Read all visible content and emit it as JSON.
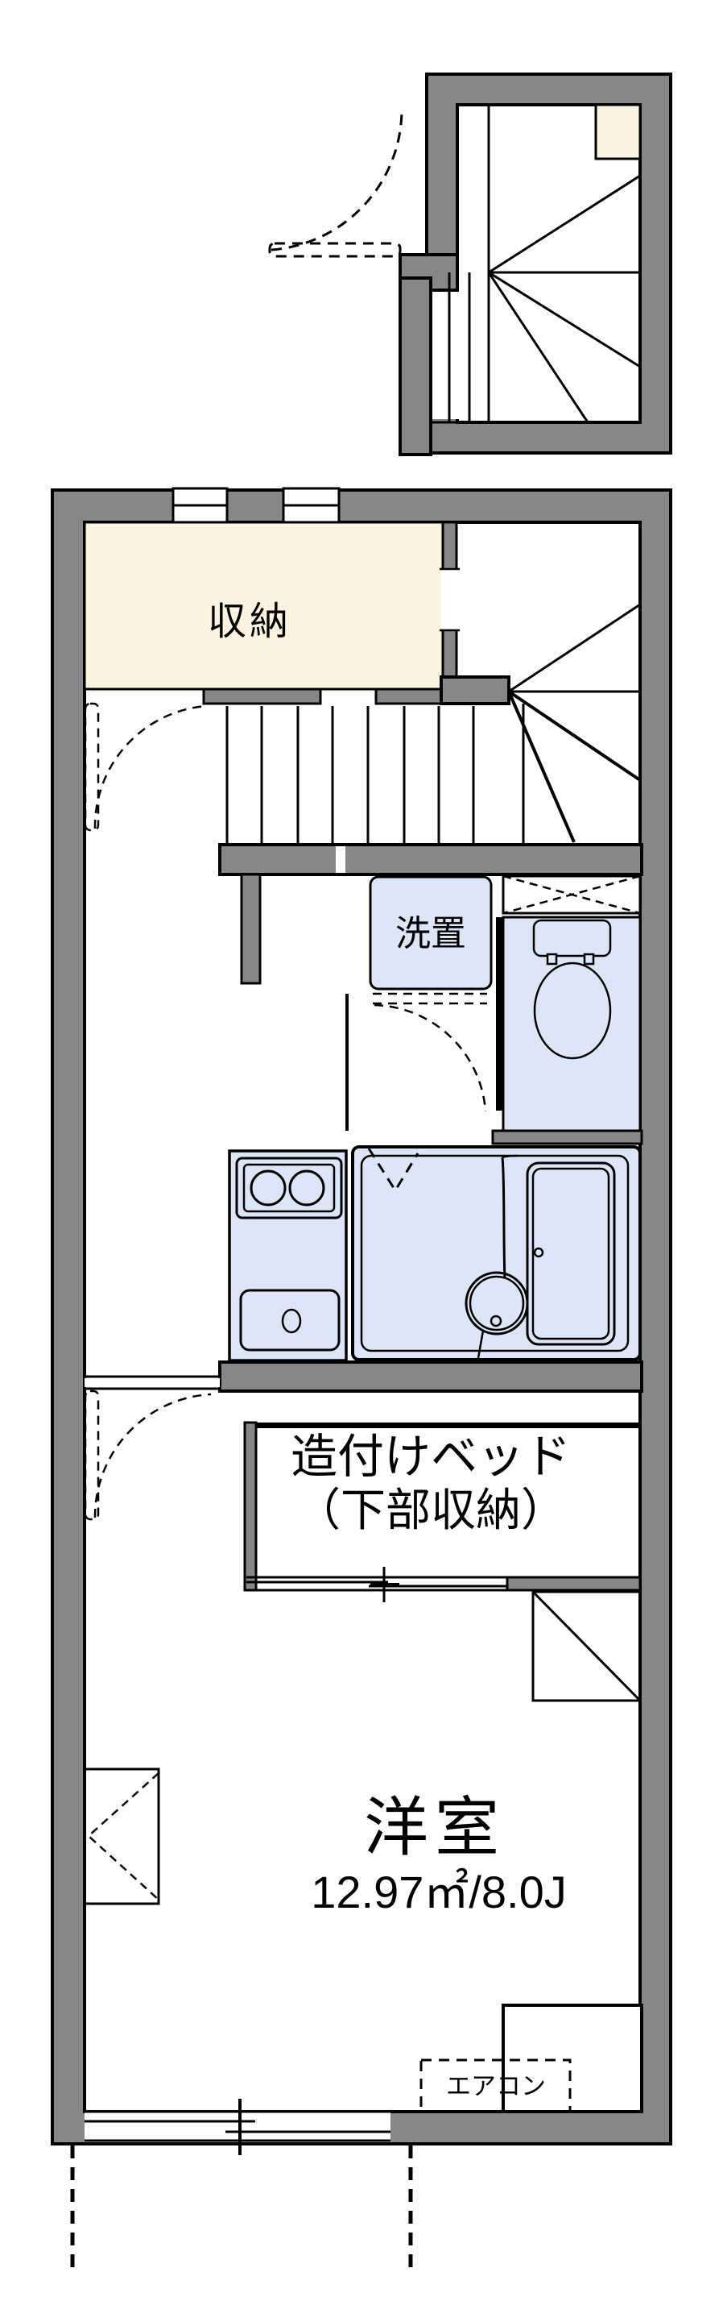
{
  "document_type": "japanese-apartment-floor-plan",
  "colors": {
    "wall_gray": "#878787",
    "outline": "#000000",
    "storage_cream": "#fdf3e1",
    "fixture_blue": "#dbe7f7",
    "paper_white": "#ffffff"
  },
  "labels": {
    "storage": "収納",
    "laundry_space": "洗置",
    "built_in_bed_line1": "造付けベッド",
    "built_in_bed_line2": "（下部収納）",
    "western_room": "洋室",
    "western_room_area": "12.97㎡/8.0J",
    "air_conditioner": "エアコン"
  }
}
